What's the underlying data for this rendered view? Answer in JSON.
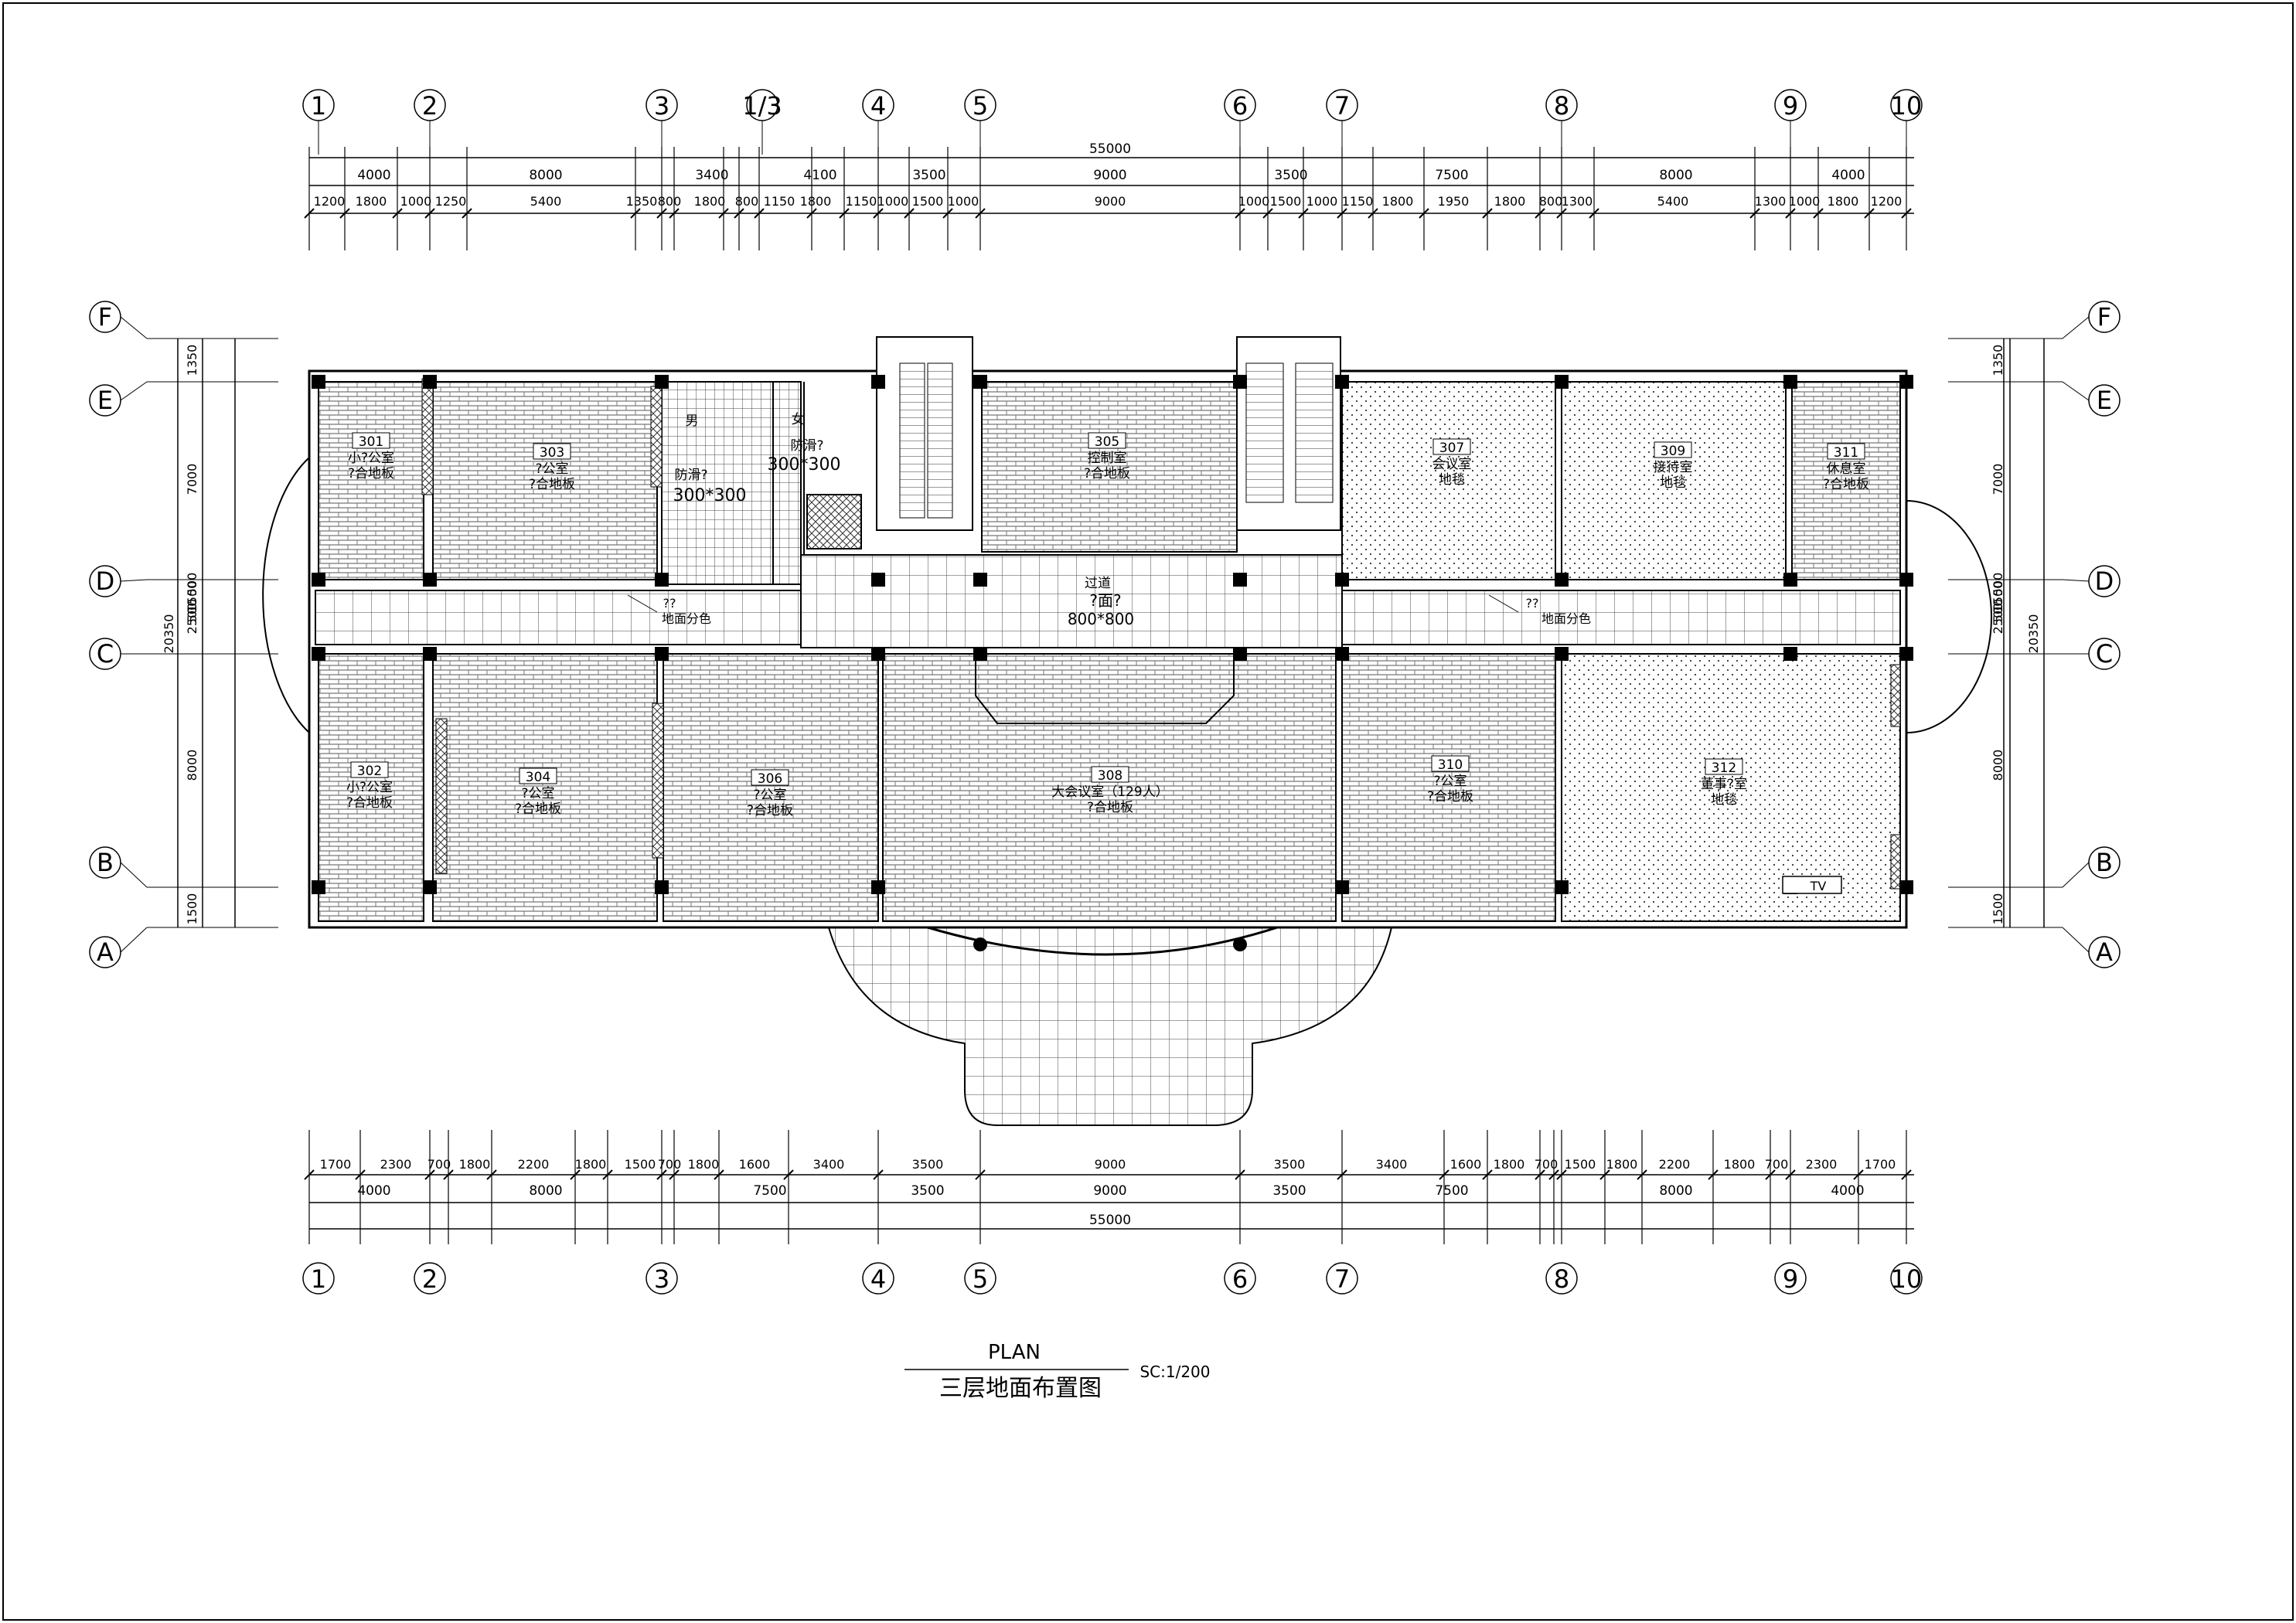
{
  "drawing": {
    "title_en": "PLAN",
    "title_cn": "三层地面布置图",
    "scale": "SC:1/200"
  },
  "grid_axes": {
    "x_labels": [
      "1",
      "2",
      "3",
      "1/3",
      "4",
      "5",
      "6",
      "7",
      "8",
      "9",
      "10"
    ],
    "y_labels": [
      "F",
      "E",
      "D",
      "C",
      "B",
      "A"
    ]
  },
  "dimensions": {
    "top_overall": "55000",
    "top_row1": [
      "4000",
      "8000",
      "3400",
      "4100",
      "3500",
      "9000",
      "3500",
      "7500",
      "8000",
      "4000"
    ],
    "top_row2": [
      "1200",
      "1800",
      "1000",
      "1250",
      "5400",
      "1350",
      "800",
      "1800",
      "800",
      "1150",
      "1800",
      "1150",
      "1000",
      "1500",
      "1000",
      "9000",
      "1000",
      "1500",
      "1000",
      "1150",
      "1800",
      "1950",
      "1800",
      "800",
      "1300",
      "5400",
      "1300",
      "1000",
      "1800",
      "1200"
    ],
    "bottom_row1": [
      "1700",
      "2300",
      "700",
      "1800",
      "2200",
      "1800",
      "1500",
      "700",
      "1800",
      "1600",
      "3400",
      "3500",
      "9000",
      "3500",
      "3400",
      "1600",
      "1800",
      "700",
      "1500",
      "1800",
      "2200",
      "1800",
      "700",
      "2300",
      "1700"
    ],
    "bottom_row2": [
      "4000",
      "8000",
      "7500",
      "3500",
      "9000",
      "3500",
      "7500",
      "8000",
      "4000"
    ],
    "bottom_overall": "55000",
    "side": [
      "1350",
      "7000",
      "500",
      "1500",
      "500",
      "2500",
      "8000",
      "1500"
    ],
    "side_total": "20350"
  },
  "rooms": [
    {
      "number": "301",
      "name": "小?公室",
      "floor": "?合地板"
    },
    {
      "number": "303",
      "name": "?公室",
      "floor": "?合地板"
    },
    {
      "number": "305",
      "name": "控制室",
      "floor": "?合地板"
    },
    {
      "number": "307",
      "name": "会议室",
      "floor": "地毯"
    },
    {
      "number": "309",
      "name": "接待室",
      "floor": "地毯"
    },
    {
      "number": "311",
      "name": "休息室",
      "floor": "?合地板"
    },
    {
      "number": "302",
      "name": "小?公室",
      "floor": "?合地板"
    },
    {
      "number": "304",
      "name": "?公室",
      "floor": "?合地板"
    },
    {
      "number": "306",
      "name": "?公室",
      "floor": "?合地板"
    },
    {
      "number": "308",
      "name": "大会议室（129人）",
      "floor": "?合地板"
    },
    {
      "number": "310",
      "name": "?公室",
      "floor": "?合地板"
    },
    {
      "number": "312",
      "name": "董事?室",
      "floor": "地毯"
    }
  ],
  "toilets": {
    "male": "男",
    "female": "女",
    "floor_label": "防滑?",
    "tile": "300*300"
  },
  "corridor": {
    "name": "过道",
    "floor": "?面?",
    "tile": "800*800",
    "divider_code": "??",
    "divider_note": "地面分色"
  },
  "misc": {
    "tv_label": "TV"
  },
  "colors": {
    "line": "#000000",
    "background": "#ffffff"
  }
}
